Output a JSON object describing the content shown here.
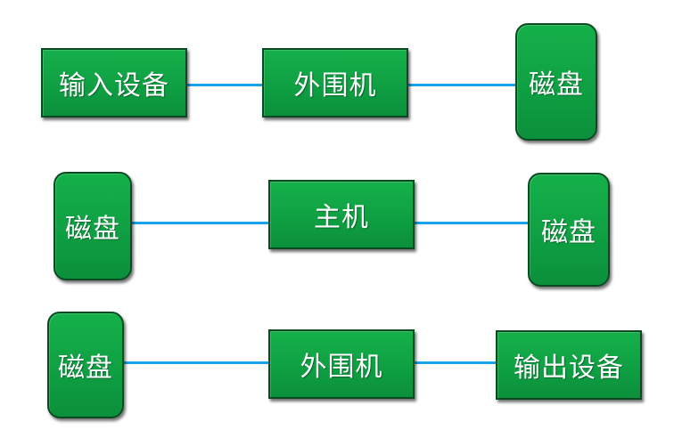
{
  "rows": [
    {
      "left": "输入设备",
      "center": "外围机",
      "right": "磁盘"
    },
    {
      "left": "磁盘",
      "center": "主机",
      "right": "磁盘"
    },
    {
      "left": "磁盘",
      "center": "外围机",
      "right": "输出设备"
    }
  ],
  "colors": {
    "box_fill": "#10a545",
    "box_border": "#0a4a22",
    "connector": "#1aa3e8",
    "text": "#ffffff"
  }
}
